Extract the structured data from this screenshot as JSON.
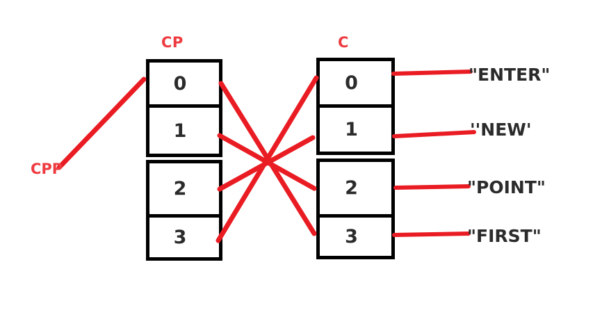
{
  "pointer": {
    "label": "CPP"
  },
  "cp_array": {
    "title": "CP",
    "cells": [
      "0",
      "1",
      "2",
      "3"
    ]
  },
  "c_array": {
    "title": "C",
    "cells": [
      "0",
      "1",
      "2",
      "3"
    ]
  },
  "string_labels": [
    "\"ENTER\"",
    "''NEW'",
    "\"POINT\"",
    "\"FIRST\""
  ],
  "connections": {
    "cpp_points_to": "CP[0]",
    "cp_to_c": [
      {
        "from": "CP[0]",
        "to": "C[3]"
      },
      {
        "from": "CP[1]",
        "to": "C[2]"
      },
      {
        "from": "CP[2]",
        "to": "C[1]"
      },
      {
        "from": "CP[3]",
        "to": "C[0]"
      }
    ],
    "c_to_string": [
      {
        "from": "C[0]",
        "to": "\"ENTER\""
      },
      {
        "from": "C[1]",
        "to": "''NEW'"
      },
      {
        "from": "C[2]",
        "to": "\"POINT\""
      },
      {
        "from": "C[3]",
        "to": "\"FIRST\""
      }
    ]
  },
  "colors": {
    "line_red": "#ea1c23",
    "label_red": "#ee3b40",
    "cell_text": "#2b2b2b",
    "border_black": "#000000",
    "background": "#ffffff"
  }
}
